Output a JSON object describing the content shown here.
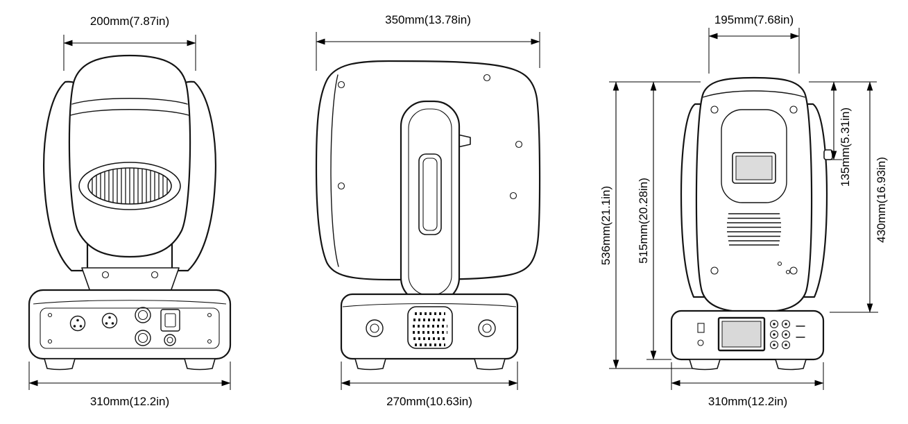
{
  "views": {
    "front": {
      "top_dim": "200mm(7.87in)",
      "bottom_dim": "310mm(12.2in)"
    },
    "side": {
      "top_dim": "350mm(13.78in)",
      "bottom_dim": "270mm(10.63in)"
    },
    "back": {
      "top_dim": "195mm(7.68in)",
      "bottom_dim": "310mm(12.2in)",
      "total_height": "536mm(21.1in)",
      "body_height": "515mm(20.28in)",
      "handle_offset": "135mm(5.31in)",
      "head_height": "430mm(16.93in)"
    }
  }
}
